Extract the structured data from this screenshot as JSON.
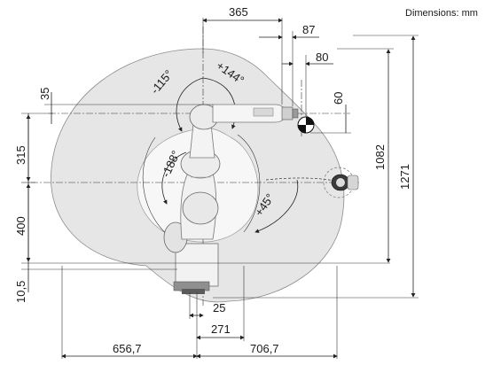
{
  "header": {
    "units_note": "Dimensions: mm"
  },
  "dimensions": {
    "top_reach": "365",
    "flange_offset_a": "87",
    "flange_offset_b": "80",
    "left_offset": "35",
    "right_offset": "60",
    "upper_arm_height": "315",
    "base_height": "400",
    "base_plate": "10,5",
    "base_width": "25",
    "base_center": "271",
    "rear_reach": "656,7",
    "front_reach": "706,7",
    "vertical_reach": "1082",
    "total_height": "1271"
  },
  "angles": {
    "a1": "-115°",
    "a2": "+144°",
    "a3": "-188°",
    "a4": "+45°"
  },
  "colors": {
    "envelope": "#e4e4e4",
    "envelope_stroke": "#8a8a8a",
    "robot_body": "#f3f3f3",
    "robot_shade": "#bdbdbd",
    "accent": "#b00000"
  }
}
